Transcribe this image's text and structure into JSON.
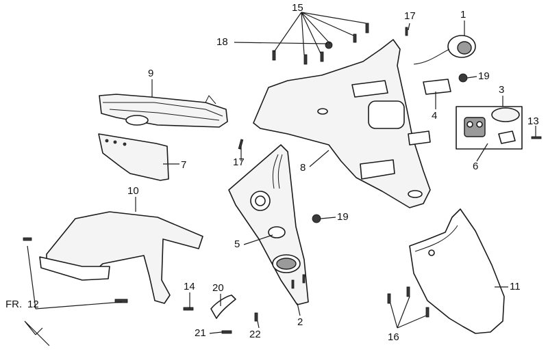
{
  "callouts": {
    "c1": "1",
    "c2": "2",
    "c3": "3",
    "c4": "4",
    "c5": "5",
    "c6": "6",
    "c7": "7",
    "c8": "8",
    "c9": "9",
    "c10": "10",
    "c11": "11",
    "c12": "12",
    "c13": "13",
    "c14": "14",
    "c15": "15",
    "c16": "16",
    "c17a": "17",
    "c17b": "17",
    "c18": "18",
    "c19a": "19",
    "c19b": "19",
    "c20": "20",
    "c21": "21",
    "c22": "22"
  },
  "direction_label": "FR."
}
